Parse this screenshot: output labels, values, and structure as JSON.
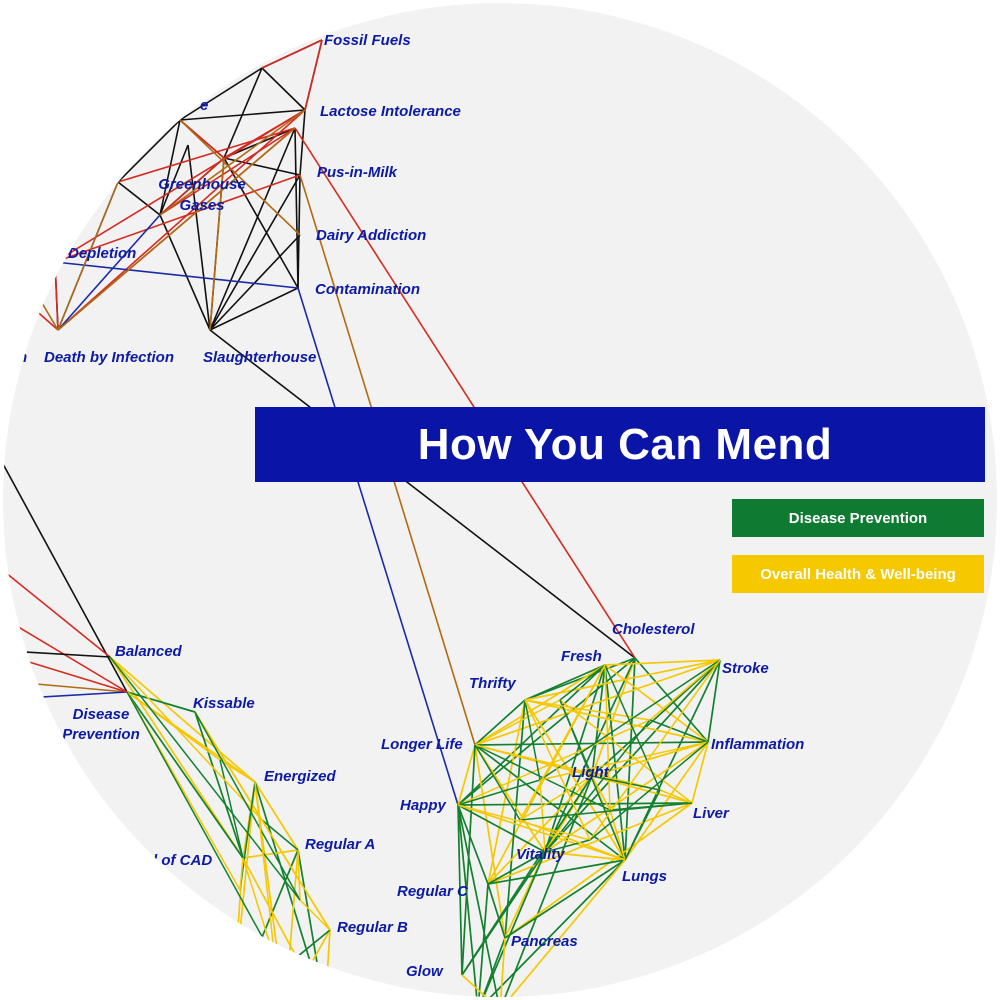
{
  "title": "How You Can Mend",
  "legend": [
    {
      "label": "Disease Prevention",
      "color": "#0e7a32"
    },
    {
      "label": "Overall Health & Well-being",
      "color": "#f5c800"
    }
  ],
  "colors": {
    "background": "#f2f2f2",
    "label": "#0d1aa3",
    "banner": "#0a14a6",
    "edge_black": "#111111",
    "edge_red": "#d42a20",
    "edge_blue": "#1a2aa8",
    "edge_brown": "#b06a12",
    "edge_green": "#13802e",
    "edge_yellow": "#f5c800"
  },
  "nodes": {
    "fossil_fuels": "Fossil Fuels",
    "ne_partial": "e",
    "lactose_intolerance": "Lactose Intolerance",
    "pus_in_milk": "Pus-in-Milk",
    "greenhouse_gases_1": "Greenhouse",
    "greenhouse_gases_2": "Gases",
    "dairy_addiction": "Dairy Addiction",
    "depletion": "Depletion",
    "contamination": "Contamination",
    "n_partial": "n",
    "death_by_infection": "Death by Infection",
    "slaughterhouse": "Slaughterhouse",
    "cholesterol": "Cholesterol",
    "fresh": "Fresh",
    "stroke": "Stroke",
    "thrifty": "Thrifty",
    "longer_life": "Longer Life",
    "inflammation": "Inflammation",
    "light": "Light",
    "happy": "Happy",
    "liver": "Liver",
    "vitality": "Vitality",
    "lungs": "Lungs",
    "regular_c": "Regular C",
    "pancreas": "Pancreas",
    "glow": "Glow",
    "balanced": "Balanced",
    "kissable": "Kissable",
    "disease_prevention_1": "Disease",
    "disease_prevention_2": "Prevention",
    "energized": "Energized",
    "regular_a": "Regular A",
    "cad_partial": "d of CAD",
    "regular_b": "Regular B"
  }
}
